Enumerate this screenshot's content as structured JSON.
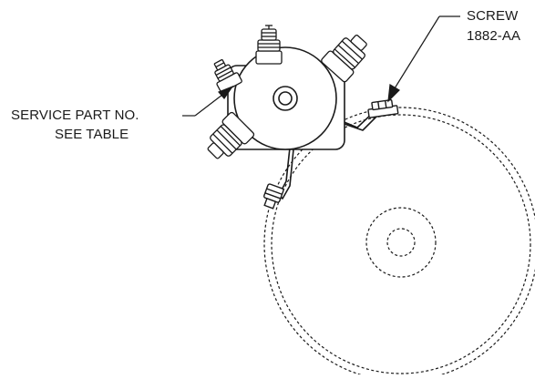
{
  "labels": {
    "service_part_line1": "SERVICE PART NO.",
    "service_part_line2": "SEE TABLE",
    "screw_line1": "SCREW",
    "screw_line2": "1882-AA"
  },
  "colors": {
    "ink": "#1a1a1a",
    "background": "#ffffff"
  }
}
